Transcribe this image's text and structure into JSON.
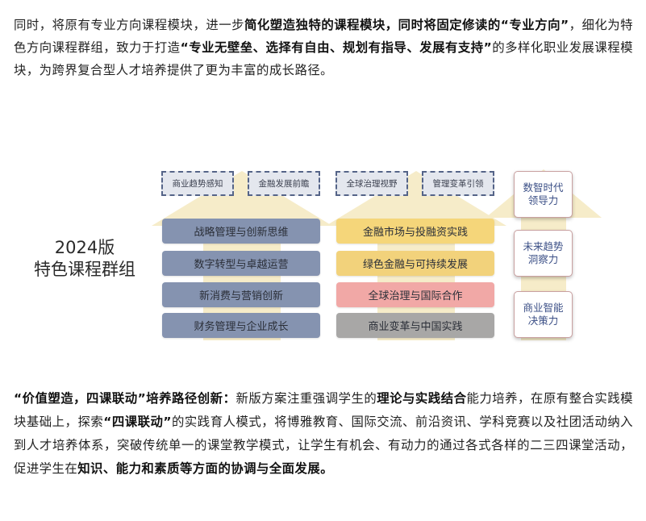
{
  "para1": {
    "segments": [
      {
        "text": "同时，将原有专业方向课程模块，进一步",
        "bold": false
      },
      {
        "text": "简化塑造独特的课程模块，同时将固定修读的“专业方向”",
        "bold": true
      },
      {
        "text": "，细化为特色方向课程群组，致力于打造",
        "bold": false
      },
      {
        "text": "“专业无壁垒、选择有自由、规划有指导、发展有支持”",
        "bold": true
      },
      {
        "text": "的多样化职业发展课程模块，为跨界复合型人才培养提供了更为丰富的成长路径。",
        "bold": false
      }
    ]
  },
  "diagram": {
    "title_line1": "2024版",
    "title_line2": "特色课程群组",
    "dashed_boxes": [
      "商业趋势感知",
      "金融发展前瞻",
      "全球治理视野",
      "管理变革引领"
    ],
    "left_column": [
      "战略管理与创新思维",
      "数字转型与卓越运营",
      "新消费与营销创新",
      "财务管理与企业成长"
    ],
    "right_column": [
      "金融市场与投融资实践",
      "绿色金融与可持续发展",
      "全球治理与国际合作",
      "商业变革与中国实践"
    ],
    "cards": [
      {
        "line1": "数智时代",
        "line2": "领导力"
      },
      {
        "line1": "未来趋势",
        "line2": "洞察力"
      },
      {
        "line1": "商业智能",
        "line2": "决策力"
      }
    ],
    "colors": {
      "blue_bar": "#8593b0",
      "yellow_bar": "#f5d67a",
      "pink_bar": "#f1a8a6",
      "gray_bar": "#a8a7a6",
      "arrow": "#f6ecc9",
      "card_text": "#3b4f86"
    }
  },
  "para2": {
    "segments": [
      {
        "text": "“价值塑造，四课联动”培养路径创新：",
        "bold": true
      },
      {
        "text": "新版方案注重强调学生的",
        "bold": false
      },
      {
        "text": "理论与实践结合",
        "bold": true
      },
      {
        "text": "能力培养，在原有整合实践模块基础上，探索",
        "bold": false
      },
      {
        "text": "“四课联动”",
        "bold": true
      },
      {
        "text": "的实践育人模式，将博雅教育、国际交流、前沿资讯、学科竞赛以及社团活动纳入到人才培养体系，突破传统单一的课堂教学模式，让学生有机会、有动力的通过各式各样的二三四课堂活动，促进学生在",
        "bold": false
      },
      {
        "text": "知识、能力和素质等方面的协调与全面发展。",
        "bold": true
      }
    ]
  }
}
